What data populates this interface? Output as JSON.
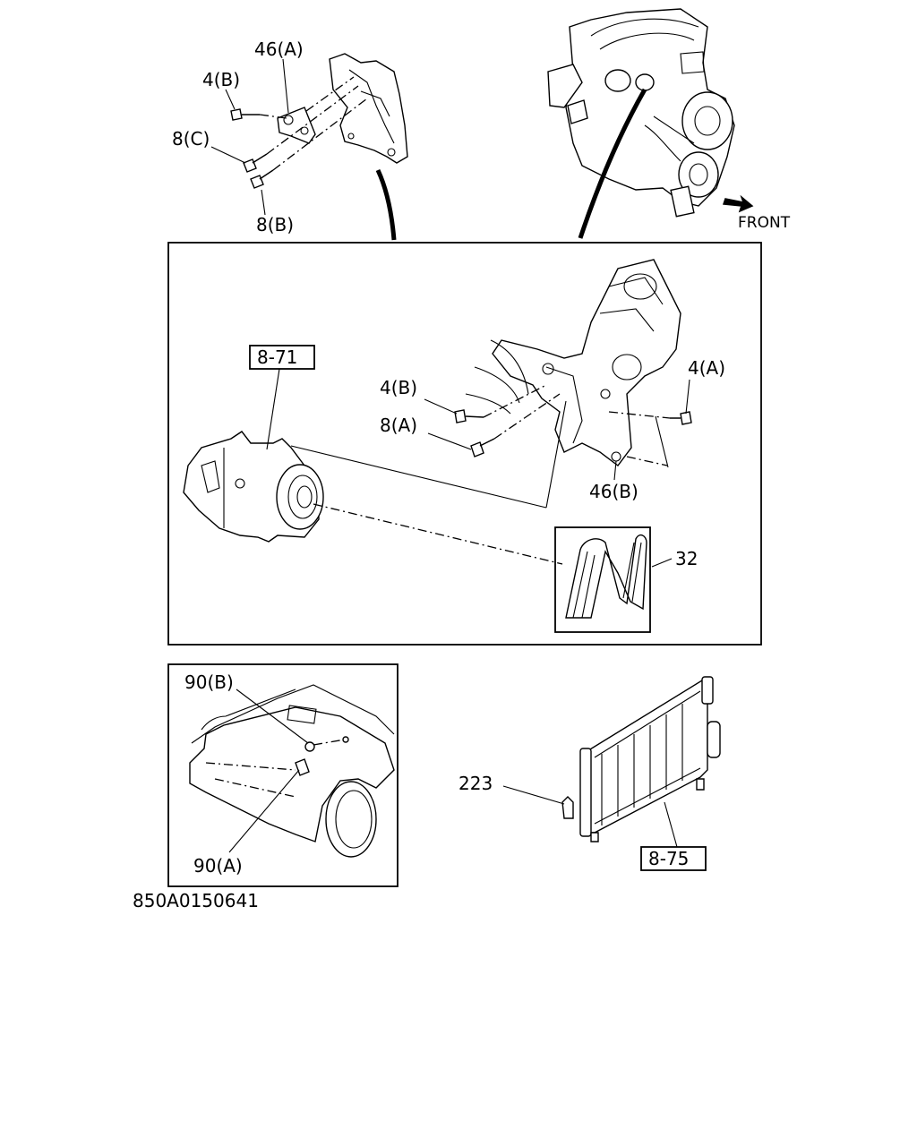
{
  "labels": {
    "bracket_a": "46(A)",
    "bracket_b": "46(B)",
    "bolt_4b_top": "4(B)",
    "bolt_8c": "8(C)",
    "bolt_8b": "8(B)",
    "bolt_4b_mid": "4(B)",
    "bolt_8a": "8(A)",
    "bolt_4a": "4(A)",
    "compressor_ref": "8-71",
    "belt": "32",
    "screw_90b": "90(B)",
    "screw_90a": "90(A)",
    "clip": "223",
    "condenser_ref": "8-75",
    "front": "FRONT",
    "drawing_number": "850A0150641"
  }
}
